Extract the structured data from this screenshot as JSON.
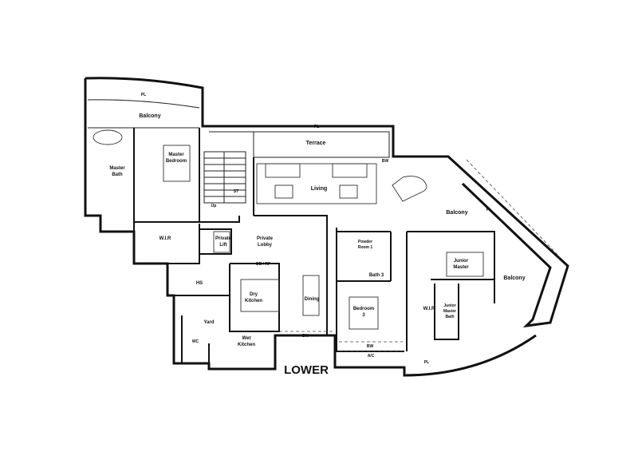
{
  "plan_title": "LOWER",
  "rooms": {
    "pl_top": "PL",
    "balcony_top": "Balcony",
    "master_bath": [
      "Master",
      "Bath"
    ],
    "master_bedroom": [
      "Master",
      "Bedroom"
    ],
    "pl_terrace": "PL",
    "terrace": "Terrace",
    "bw_top": "BW",
    "living": "Living",
    "stair": "ST",
    "up": "Up",
    "balcony_right": "Balcony",
    "pl_right": "PL",
    "wir_left": "W.I.R",
    "private_lift": [
      "Private",
      "Lift"
    ],
    "private_lobby": [
      "Private",
      "Lobby"
    ],
    "db_rf": "DB / RF",
    "powder_room": [
      "Powder",
      "Room 1"
    ],
    "bath3": "Bath 3",
    "junior_master": [
      "Junior",
      "Master"
    ],
    "balcony_east": "Balcony",
    "hs": "HS",
    "dry_kitchen": [
      "Dry",
      "Kitchen"
    ],
    "dining": "Dining",
    "bedroom3": [
      "Bedroom",
      "3"
    ],
    "wir_right": "W.I.R",
    "junior_master_bath": [
      "Junior",
      "Master",
      "Bath"
    ],
    "yard": "Yard",
    "wc": "WC",
    "wet_kitchen": [
      "Wet",
      "Kitchen"
    ],
    "bw_kitchen": "BW",
    "bw_bedroom": "BW",
    "ac": "A/C",
    "pl_bottom": "PL"
  }
}
